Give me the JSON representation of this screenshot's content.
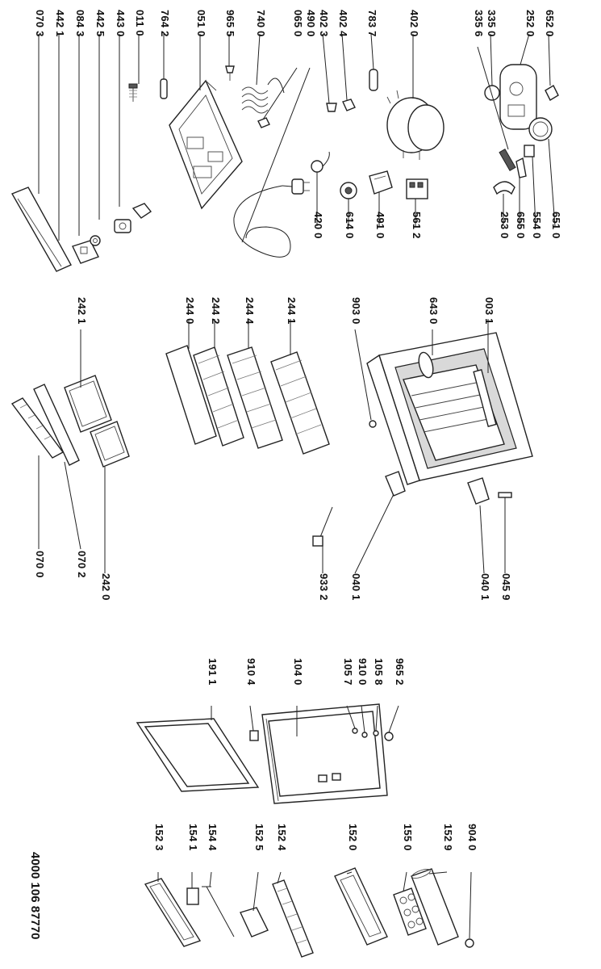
{
  "document_number": "4000 106 87770",
  "callouts": {
    "p0703": "070 3",
    "p4421": "442 1",
    "p0843": "084 3",
    "p4425": "442 5",
    "p4430": "443 0",
    "p0110": "011 0",
    "p7642": "764 2",
    "p0510": "051 0",
    "p9655": "965 5",
    "p7400": "740 0",
    "p0650": "065 0",
    "p4900": "490 0",
    "p4023": "402 3",
    "p4024": "402 4",
    "p7837": "783 7",
    "p4020": "402 0",
    "p3356": "335 6",
    "p3350": "335 0",
    "p2520": "252 0",
    "p6520": "652 0",
    "p4200": "420 0",
    "p6140": "614 0",
    "p4910": "491 0",
    "p5612": "561 2",
    "p2530": "253 0",
    "p6550": "655 0",
    "p5540": "554 0",
    "p6510": "651 0",
    "p2421": "242 1",
    "p2440": "244 0",
    "p2442": "244 2",
    "p2444": "244 4",
    "p2441": "244 1",
    "p9030": "903 0",
    "p6430": "643 0",
    "p0031": "003 1",
    "p0700": "070 0",
    "p0702": "070 2",
    "p2420": "242 0",
    "p9332": "933 2",
    "p0401a": "040 1",
    "p0401b": "040 1",
    "p0459": "045 9",
    "p1911": "191 1",
    "p9104": "910 4",
    "p1040": "104 0",
    "p1057": "105 7",
    "p9100": "910 0",
    "p1058": "105 8",
    "p9652": "965 2",
    "p1523": "152 3",
    "p1541": "154 1",
    "p1544": "154 4",
    "p1525": "152 5",
    "p1524": "152 4",
    "p1520": "152 0",
    "p1550": "155 0",
    "p1529": "152 9",
    "p9040": "904 0"
  }
}
